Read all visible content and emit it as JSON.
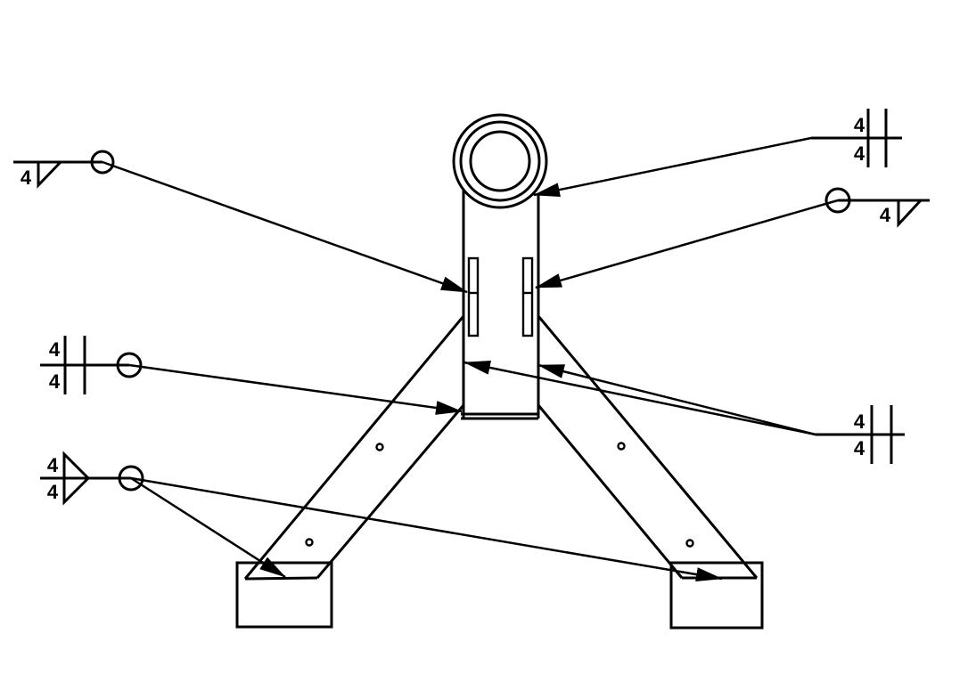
{
  "drawing": {
    "title": "weld-callout-drawing-of-stand-assembly",
    "background_color": "#ffffff",
    "line_color": "#000000",
    "parts": {
      "top_boss": "concentric-ring-boss",
      "column": "vertical-center-post",
      "slots": "two-vertical-slots",
      "base_seam": "double-line-base-plate-seam",
      "legs": "two-diagonal-legs-with-holes",
      "feet": "two-rectangular-foot-blocks"
    }
  },
  "weld_symbols": [
    {
      "id": "top-left-fillet",
      "type": "fillet-weld",
      "all_around": true,
      "size": "4"
    },
    {
      "id": "top-right-square-groove",
      "type": "square-groove-weld-both-sides",
      "all_around": false,
      "size_above": "4",
      "size_below": "4"
    },
    {
      "id": "right-fillet",
      "type": "fillet-weld",
      "all_around": true,
      "size": "4"
    },
    {
      "id": "left-square-groove",
      "type": "square-groove-weld-both-sides",
      "all_around": true,
      "size_above": "4",
      "size_below": "4"
    },
    {
      "id": "right-square-groove",
      "type": "square-groove-weld-both-sides",
      "all_around": false,
      "size_above": "4",
      "size_below": "4"
    },
    {
      "id": "bottom-left-double-fillet",
      "type": "double-fillet-weld",
      "all_around": true,
      "size_above": "4",
      "size_below": "4"
    }
  ]
}
